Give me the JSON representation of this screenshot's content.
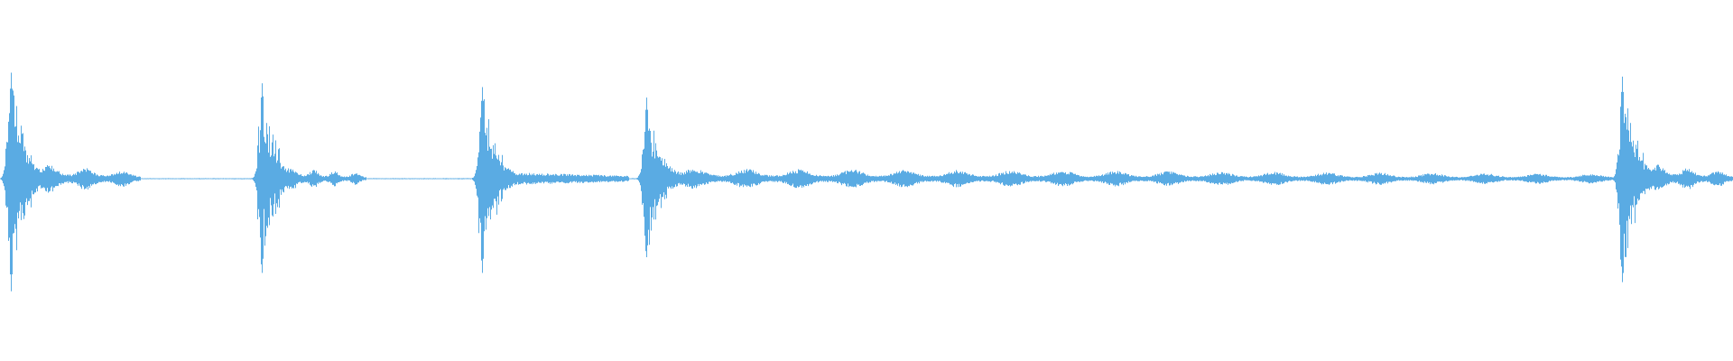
{
  "waveform": {
    "color": "#5aabe3",
    "background": "#ffffff",
    "channels": 1,
    "events": [
      {
        "center": 0.006,
        "peak_top": 0.81,
        "peak_bottom": 0.86,
        "attack_body": 0.55,
        "tail_length": 0.075,
        "tail_level": 0.12,
        "ring_count": 3
      },
      {
        "center": 0.151,
        "peak_top": 0.73,
        "peak_bottom": 0.72,
        "attack_body": 0.45,
        "tail_length": 0.06,
        "tail_level": 0.09,
        "ring_count": 4
      },
      {
        "center": 0.278,
        "peak_top": 0.7,
        "peak_bottom": 0.72,
        "attack_body": 0.45,
        "tail_length": 0.085,
        "tail_level": 0.05,
        "ring_count": 0
      },
      {
        "center": 0.373,
        "peak_top": 0.62,
        "peak_bottom": 0.6,
        "attack_body": 0.42,
        "tail_length": 0.56,
        "tail_level": 0.08,
        "ring_count": 18
      },
      {
        "center": 0.936,
        "peak_top": 0.78,
        "peak_bottom": 0.79,
        "attack_body": 0.5,
        "tail_length": 0.064,
        "tail_level": 0.12,
        "ring_count": 3
      }
    ],
    "noise_floor": 0.004
  }
}
